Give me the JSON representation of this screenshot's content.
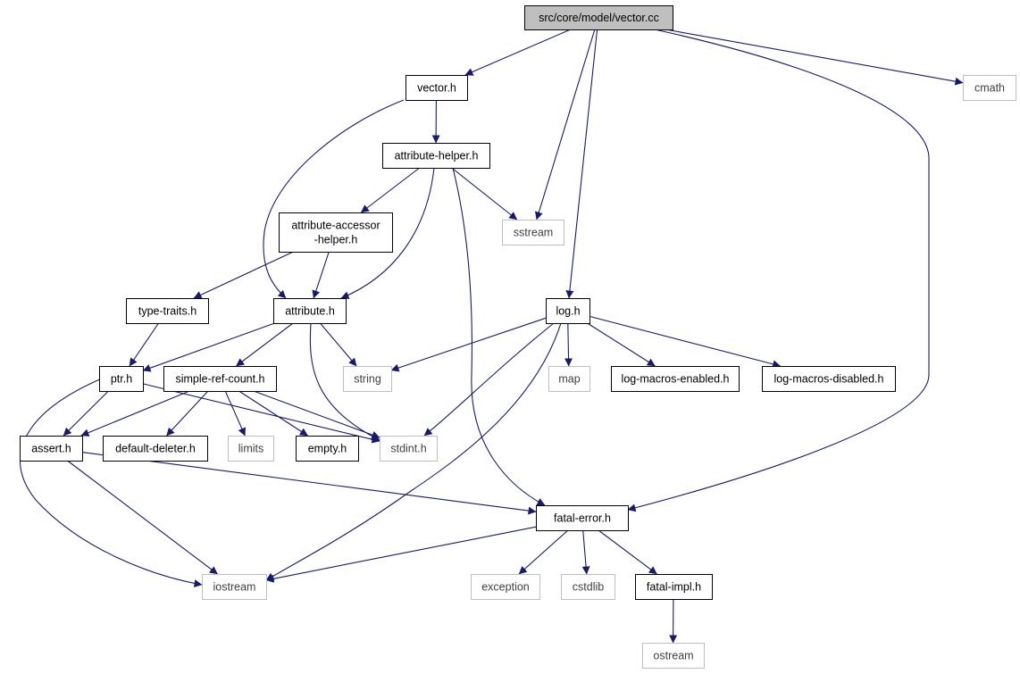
{
  "diagram": {
    "colors": {
      "edge": "#191970",
      "root_fill": "#bfbfbf",
      "local_border": "#000000",
      "external_border": "#bfbfbf"
    },
    "nodes": [
      {
        "id": "vector-cc",
        "lines": [
          "src/core/model/vector.cc"
        ],
        "kind": "root"
      },
      {
        "id": "vector-h",
        "lines": [
          "vector.h"
        ],
        "kind": "local"
      },
      {
        "id": "cmath",
        "lines": [
          "cmath"
        ],
        "kind": "external"
      },
      {
        "id": "attribute-helper-h",
        "lines": [
          "attribute-helper.h"
        ],
        "kind": "local"
      },
      {
        "id": "attribute-accessor-helper-h",
        "lines": [
          "attribute-accessor",
          "-helper.h"
        ],
        "kind": "local"
      },
      {
        "id": "sstream",
        "lines": [
          "sstream"
        ],
        "kind": "external"
      },
      {
        "id": "type-traits-h",
        "lines": [
          "type-traits.h"
        ],
        "kind": "local"
      },
      {
        "id": "attribute-h",
        "lines": [
          "attribute.h"
        ],
        "kind": "local"
      },
      {
        "id": "log-h",
        "lines": [
          "log.h"
        ],
        "kind": "local"
      },
      {
        "id": "ptr-h",
        "lines": [
          "ptr.h"
        ],
        "kind": "local"
      },
      {
        "id": "simple-ref-count-h",
        "lines": [
          "simple-ref-count.h"
        ],
        "kind": "local"
      },
      {
        "id": "string",
        "lines": [
          "string"
        ],
        "kind": "external"
      },
      {
        "id": "map",
        "lines": [
          "map"
        ],
        "kind": "external"
      },
      {
        "id": "log-macros-enabled-h",
        "lines": [
          "log-macros-enabled.h"
        ],
        "kind": "local"
      },
      {
        "id": "log-macros-disabled-h",
        "lines": [
          "log-macros-disabled.h"
        ],
        "kind": "local"
      },
      {
        "id": "assert-h",
        "lines": [
          "assert.h"
        ],
        "kind": "local"
      },
      {
        "id": "default-deleter-h",
        "lines": [
          "default-deleter.h"
        ],
        "kind": "local"
      },
      {
        "id": "limits",
        "lines": [
          "limits"
        ],
        "kind": "external"
      },
      {
        "id": "empty-h",
        "lines": [
          "empty.h"
        ],
        "kind": "local"
      },
      {
        "id": "stdint-h",
        "lines": [
          "stdint.h"
        ],
        "kind": "external"
      },
      {
        "id": "fatal-error-h",
        "lines": [
          "fatal-error.h"
        ],
        "kind": "local"
      },
      {
        "id": "iostream",
        "lines": [
          "iostream"
        ],
        "kind": "external"
      },
      {
        "id": "exception",
        "lines": [
          "exception"
        ],
        "kind": "external"
      },
      {
        "id": "cstdlib",
        "lines": [
          "cstdlib"
        ],
        "kind": "external"
      },
      {
        "id": "fatal-impl-h",
        "lines": [
          "fatal-impl.h"
        ],
        "kind": "local"
      },
      {
        "id": "ostream",
        "lines": [
          "ostream"
        ],
        "kind": "external"
      }
    ],
    "edges": [
      {
        "from": "vector-cc",
        "to": "vector-h"
      },
      {
        "from": "vector-cc",
        "to": "sstream"
      },
      {
        "from": "vector-cc",
        "to": "log-h"
      },
      {
        "from": "vector-cc",
        "to": "cmath"
      },
      {
        "from": "vector-cc",
        "to": "fatal-error-h"
      },
      {
        "from": "vector-h",
        "to": "attribute-helper-h"
      },
      {
        "from": "vector-h",
        "to": "attribute-h"
      },
      {
        "from": "attribute-helper-h",
        "to": "attribute-accessor-helper-h"
      },
      {
        "from": "attribute-helper-h",
        "to": "attribute-h"
      },
      {
        "from": "attribute-helper-h",
        "to": "sstream"
      },
      {
        "from": "attribute-helper-h",
        "to": "fatal-error-h"
      },
      {
        "from": "attribute-accessor-helper-h",
        "to": "type-traits-h"
      },
      {
        "from": "attribute-accessor-helper-h",
        "to": "attribute-h"
      },
      {
        "from": "type-traits-h",
        "to": "ptr-h"
      },
      {
        "from": "attribute-h",
        "to": "ptr-h"
      },
      {
        "from": "attribute-h",
        "to": "simple-ref-count-h"
      },
      {
        "from": "attribute-h",
        "to": "string"
      },
      {
        "from": "attribute-h",
        "to": "stdint-h"
      },
      {
        "from": "log-h",
        "to": "string"
      },
      {
        "from": "log-h",
        "to": "map"
      },
      {
        "from": "log-h",
        "to": "log-macros-enabled-h"
      },
      {
        "from": "log-h",
        "to": "log-macros-disabled-h"
      },
      {
        "from": "log-h",
        "to": "stdint-h"
      },
      {
        "from": "log-h",
        "to": "iostream"
      },
      {
        "from": "ptr-h",
        "to": "assert-h"
      },
      {
        "from": "ptr-h",
        "to": "stdint-h"
      },
      {
        "from": "ptr-h",
        "to": "iostream"
      },
      {
        "from": "simple-ref-count-h",
        "to": "assert-h"
      },
      {
        "from": "simple-ref-count-h",
        "to": "default-deleter-h"
      },
      {
        "from": "simple-ref-count-h",
        "to": "limits"
      },
      {
        "from": "simple-ref-count-h",
        "to": "empty-h"
      },
      {
        "from": "simple-ref-count-h",
        "to": "stdint-h"
      },
      {
        "from": "assert-h",
        "to": "fatal-error-h"
      },
      {
        "from": "assert-h",
        "to": "iostream"
      },
      {
        "from": "fatal-error-h",
        "to": "iostream"
      },
      {
        "from": "fatal-error-h",
        "to": "exception"
      },
      {
        "from": "fatal-error-h",
        "to": "cstdlib"
      },
      {
        "from": "fatal-error-h",
        "to": "fatal-impl-h"
      },
      {
        "from": "fatal-impl-h",
        "to": "ostream"
      }
    ]
  }
}
